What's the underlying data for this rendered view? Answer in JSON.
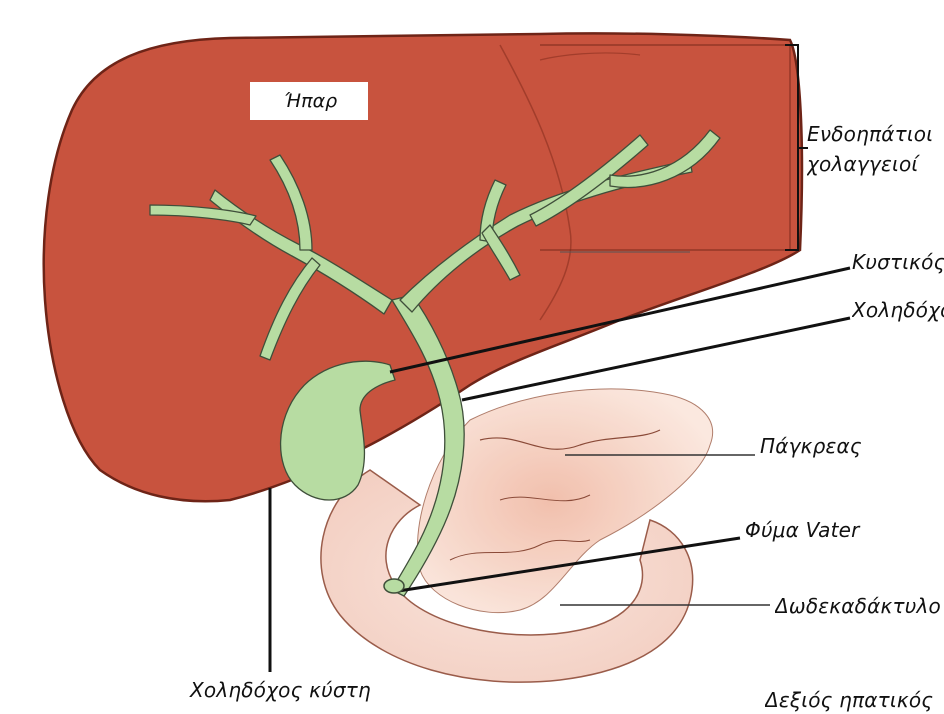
{
  "labels": {
    "liver": "Ήπαρ",
    "intrahepatic_ducts_line1": "Ενδοηπάτιοι",
    "intrahepatic_ducts_line2": "χολαγγειοί",
    "cystic_duct": "Κυστικός",
    "common_bile_duct": "Χοληδόχος",
    "pancreas": "Πάγκρεας",
    "vater": "Φύμα Vater",
    "duodenum": "Δωδεκαδάκτυλο",
    "gallbladder": "Χοληδόχος κύστη",
    "right_lobe": "Δεξιός ηπατικός"
  },
  "colors": {
    "liver_fill": "#c8533e",
    "liver_outline": "#6e2417",
    "duct_fill": "#b7dca2",
    "duct_outline": "#3f4f3a",
    "pancreas_fill": "#f1c7b5",
    "duodenum_fill": "#f6d8cd",
    "background": "#ffffff"
  }
}
